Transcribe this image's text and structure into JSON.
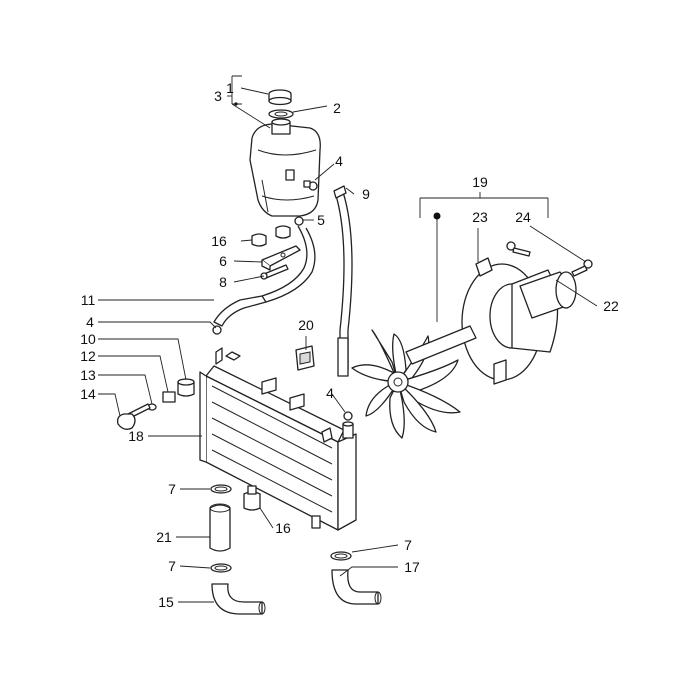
{
  "callouts": {
    "c1": "1",
    "c2": "2",
    "c3": "3",
    "c4a": "4",
    "c5": "5",
    "c9": "9",
    "c16a": "16",
    "c6": "6",
    "c8": "8",
    "c11": "11",
    "c4b": "4",
    "c10": "10",
    "c12": "12",
    "c13": "13",
    "c14": "14",
    "c18": "18",
    "c20": "20",
    "c4c": "4",
    "c19": "19",
    "c23": "23",
    "c24": "24",
    "c22": "22",
    "c7a": "7",
    "c21": "21",
    "c16b": "16",
    "c7b": "7",
    "c15": "15",
    "c7c": "7",
    "c17": "17"
  }
}
